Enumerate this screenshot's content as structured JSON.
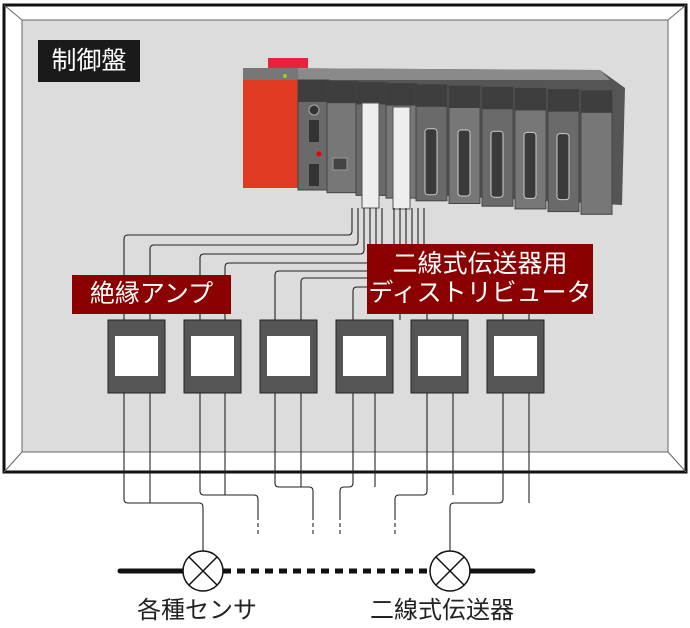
{
  "panel": {
    "title": "制御盤"
  },
  "labels": {
    "isolation_amp": "絶縁アンプ",
    "distributor_line1": "二線式伝送器用",
    "distributor_line2": "ディストリビュータ"
  },
  "field": {
    "sensors": "各種センサ",
    "transmitters": "二線式伝送器"
  },
  "colors": {
    "label_red": "#8b0000",
    "panel_bg": "#dcdcdc",
    "cpu_red": "#e03a22",
    "module_gray": "#6f6f6f"
  }
}
